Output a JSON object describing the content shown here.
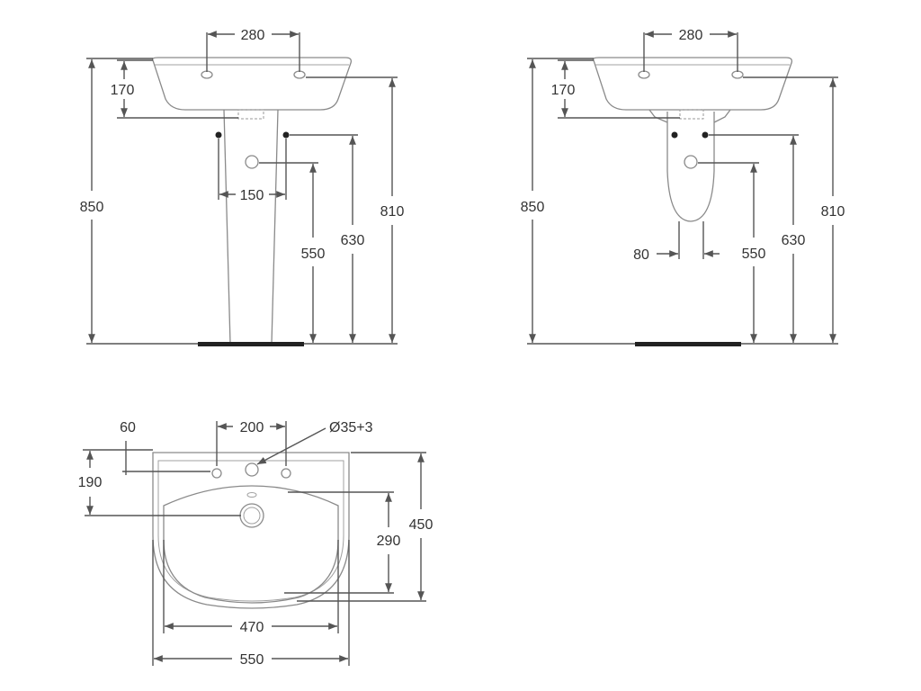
{
  "views": {
    "front_pedestal": {
      "tap_spacing": "280",
      "basin_depth": "170",
      "total_height": "850",
      "rim_height": "810",
      "supply_height": "630",
      "waste_height": "550",
      "supply_spacing": "150"
    },
    "front_semi_pedestal": {
      "tap_spacing": "280",
      "basin_depth": "170",
      "total_height": "850",
      "rim_height": "810",
      "supply_height": "630",
      "waste_height": "550",
      "waste_width": "80"
    },
    "top": {
      "tap_offset": "60",
      "tap_spacing": "200",
      "tap_hole": "Ø35+3",
      "drain_offset": "190",
      "bowl_depth": "290",
      "total_depth": "450",
      "bowl_width": "470",
      "total_width": "550"
    }
  },
  "colors": {
    "line": "#555555",
    "outline": "#8a8a8a",
    "text": "#333333",
    "floor": "#222222"
  }
}
